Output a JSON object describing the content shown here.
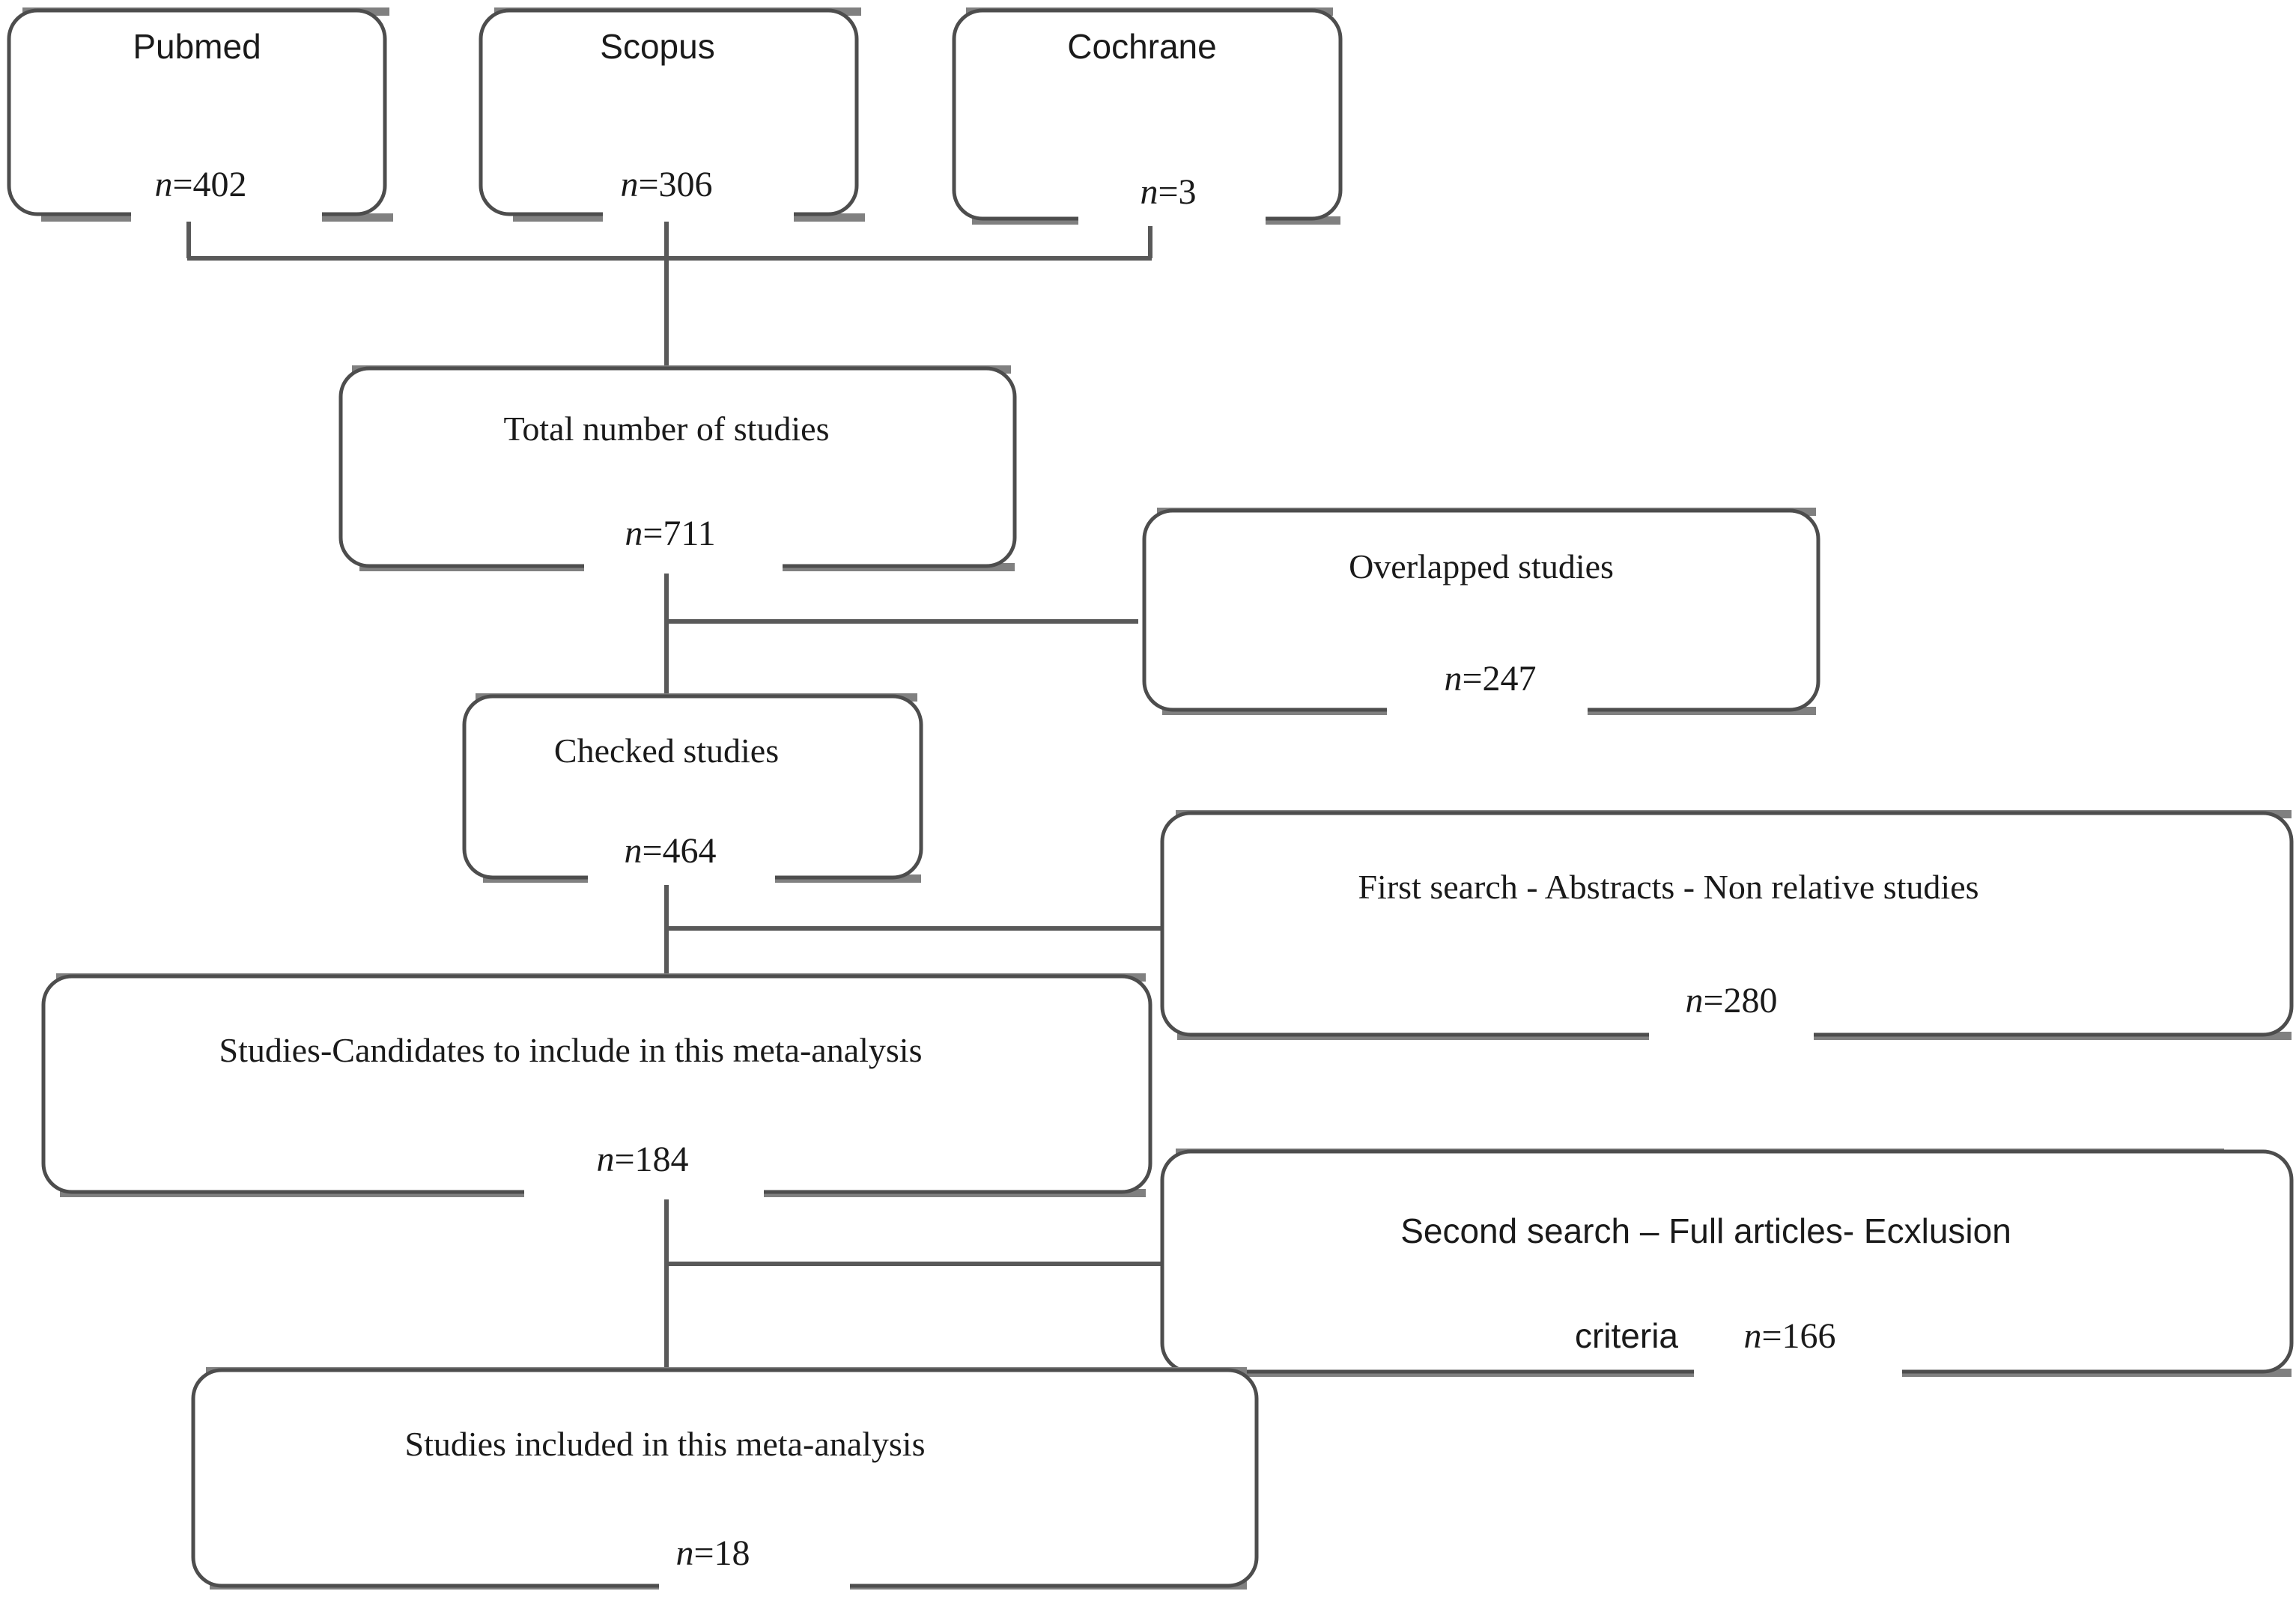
{
  "diagram": {
    "title": "PRISMA study selection flow diagram",
    "type": "flowchart",
    "colors": {
      "box_stroke": "#4d4d4d",
      "shadow": "#808080",
      "connector": "#595959",
      "background": "#ffffff",
      "text": "#1a1a1a"
    },
    "nodes": [
      {
        "id": "pubmed",
        "label": "Pubmed",
        "count_prefix": "n",
        "count_equals": "=",
        "count_value": "402",
        "count_text": "n=402",
        "font": "sans"
      },
      {
        "id": "scopus",
        "label": "Scopus",
        "count_prefix": "n",
        "count_equals": "=",
        "count_value": "306",
        "count_text": "n=306",
        "font": "sans"
      },
      {
        "id": "cochrane",
        "label": "Cochrane",
        "count_prefix": "n",
        "count_equals": "=",
        "count_value": "3",
        "count_text": "n=3",
        "font": "sans"
      },
      {
        "id": "total",
        "label": "Total number of studies",
        "count_prefix": "n",
        "count_equals": "=",
        "count_value": "711",
        "count_text": "n=711",
        "font": "serif"
      },
      {
        "id": "overlapped",
        "label": "Overlapped studies",
        "count_prefix": "n",
        "count_equals": "=",
        "count_value": "247",
        "count_text": "n=247",
        "font": "serif"
      },
      {
        "id": "checked",
        "label": "Checked studies",
        "count_prefix": "n",
        "count_equals": "=",
        "count_value": "464",
        "count_text": "n=464",
        "font": "serif"
      },
      {
        "id": "first-search",
        "label": "First search - Abstracts - Non relative studies",
        "count_prefix": "n",
        "count_equals": "=",
        "count_value": "280",
        "count_text": "n=280",
        "font": "serif"
      },
      {
        "id": "candidates",
        "label": "Studies-Candidates to include in this meta-analysis",
        "count_prefix": "n",
        "count_equals": "=",
        "count_value": "184",
        "count_text": "n=184",
        "font": "serif"
      },
      {
        "id": "second-search",
        "label": "Second search – Full articles- Ecxlusion",
        "label_line2": "criteria",
        "count_prefix": "n",
        "count_equals": "=",
        "count_value": "166",
        "count_text": "n=166",
        "font": "sans"
      },
      {
        "id": "included",
        "label": "Studies included in this meta-analysis",
        "count_prefix": "n",
        "count_equals": "=",
        "count_value": "18",
        "count_text": "n=18",
        "font": "serif"
      }
    ]
  },
  "chart_data": {
    "type": "flowchart",
    "title": "PRISMA study selection flow diagram",
    "stages": [
      {
        "name": "Pubmed",
        "n": 402,
        "kind": "source"
      },
      {
        "name": "Scopus",
        "n": 306,
        "kind": "source"
      },
      {
        "name": "Cochrane",
        "n": 3,
        "kind": "source"
      },
      {
        "name": "Total number of studies",
        "n": 711,
        "kind": "identification"
      },
      {
        "name": "Overlapped studies",
        "n": 247,
        "kind": "excluded"
      },
      {
        "name": "Checked studies",
        "n": 464,
        "kind": "screening"
      },
      {
        "name": "First search - Abstracts - Non relative studies",
        "n": 280,
        "kind": "excluded"
      },
      {
        "name": "Studies-Candidates to include in this meta-analysis",
        "n": 184,
        "kind": "eligibility"
      },
      {
        "name": "Second search – Full articles- Ecxlusion criteria",
        "n": 166,
        "kind": "excluded"
      },
      {
        "name": "Studies included in this meta-analysis",
        "n": 18,
        "kind": "included"
      }
    ],
    "edges": [
      {
        "from": "Pubmed",
        "to": "Total number of studies"
      },
      {
        "from": "Scopus",
        "to": "Total number of studies"
      },
      {
        "from": "Cochrane",
        "to": "Total number of studies"
      },
      {
        "from": "Total number of studies",
        "to": "Overlapped studies"
      },
      {
        "from": "Total number of studies",
        "to": "Checked studies"
      },
      {
        "from": "Checked studies",
        "to": "First search - Abstracts - Non relative studies"
      },
      {
        "from": "Checked studies",
        "to": "Studies-Candidates to include in this meta-analysis"
      },
      {
        "from": "Studies-Candidates to include in this meta-analysis",
        "to": "Second search – Full articles- Ecxlusion criteria"
      },
      {
        "from": "Studies-Candidates to include in this meta-analysis",
        "to": "Studies included in this meta-analysis"
      }
    ]
  }
}
